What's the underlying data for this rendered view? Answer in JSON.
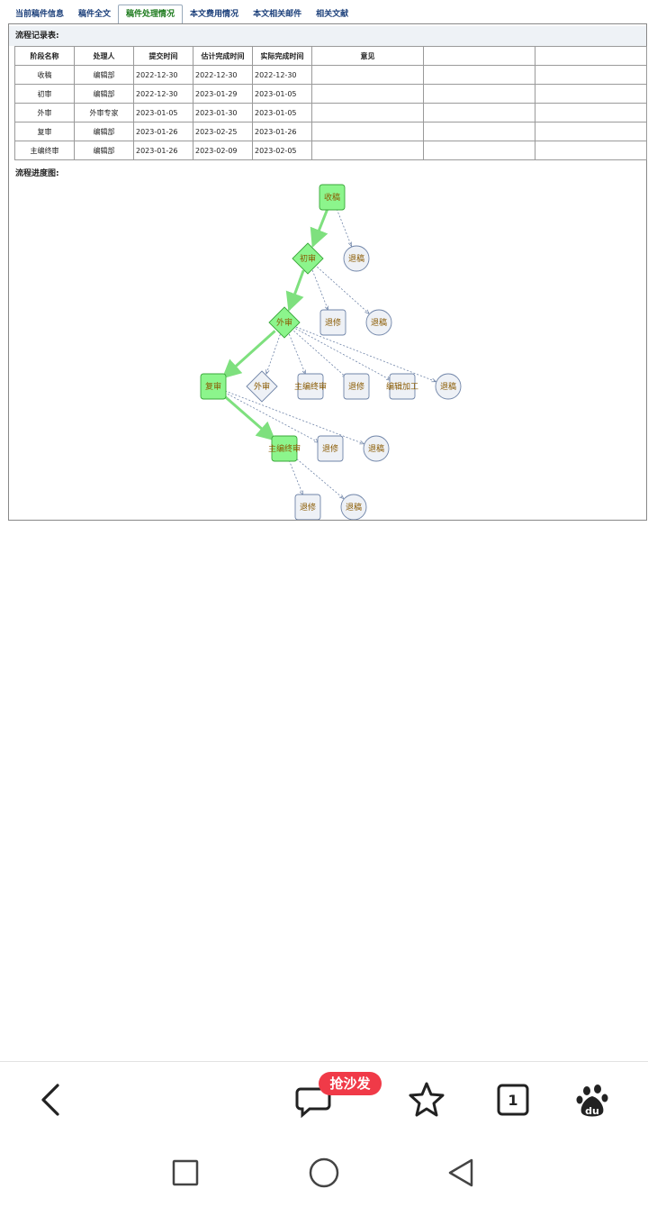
{
  "tabs": [
    {
      "label": "当前稿件信息",
      "active": false
    },
    {
      "label": "稿件全文",
      "active": false
    },
    {
      "label": "稿件处理情况",
      "active": true
    },
    {
      "label": "本文费用情况",
      "active": false
    },
    {
      "label": "本文相关邮件",
      "active": false
    },
    {
      "label": "相关文献",
      "active": false
    }
  ],
  "records": {
    "title": "流程记录表:",
    "headers": [
      "阶段名称",
      "处理人",
      "提交时间",
      "估计完成时间",
      "实际完成时间",
      "意见",
      "",
      ""
    ],
    "rows": [
      [
        "收稿",
        "编辑部",
        "2022-12-30",
        "2022-12-30",
        "2022-12-30",
        "",
        "",
        ""
      ],
      [
        "初审",
        "编辑部",
        "2022-12-30",
        "2023-01-29",
        "2023-01-05",
        "",
        "",
        ""
      ],
      [
        "外审",
        "外审专家",
        "2023-01-05",
        "2023-01-30",
        "2023-01-05",
        "",
        "",
        ""
      ],
      [
        "复审",
        "编辑部",
        "2023-01-26",
        "2023-02-25",
        "2023-01-26",
        "",
        "",
        ""
      ],
      [
        "主编终审",
        "编辑部",
        "2023-01-26",
        "2023-02-09",
        "2023-02-05",
        "",
        "",
        ""
      ]
    ]
  },
  "progress": {
    "title": "流程进度图:",
    "nodes": [
      {
        "id": "n1",
        "label": "收稿",
        "shape": "rect",
        "done": true
      },
      {
        "id": "n2",
        "label": "初审",
        "shape": "diamond",
        "done": true
      },
      {
        "id": "n3",
        "label": "退稿",
        "shape": "circle",
        "done": false
      },
      {
        "id": "n4",
        "label": "外审",
        "shape": "diamond",
        "done": true
      },
      {
        "id": "n5",
        "label": "退修",
        "shape": "rect",
        "done": false
      },
      {
        "id": "n6",
        "label": "退稿",
        "shape": "circle",
        "done": false
      },
      {
        "id": "n7",
        "label": "复审",
        "shape": "rect",
        "done": true
      },
      {
        "id": "n8",
        "label": "外审",
        "shape": "diamond",
        "done": false
      },
      {
        "id": "n9",
        "label": "主编终审",
        "shape": "rect",
        "done": false
      },
      {
        "id": "n10",
        "label": "退修",
        "shape": "rect",
        "done": false
      },
      {
        "id": "n11",
        "label": "编辑加工",
        "shape": "rect",
        "done": false
      },
      {
        "id": "n12",
        "label": "退稿",
        "shape": "circle",
        "done": false
      },
      {
        "id": "n13",
        "label": "主编终审",
        "shape": "rect",
        "done": true
      },
      {
        "id": "n14",
        "label": "退修",
        "shape": "rect",
        "done": false
      },
      {
        "id": "n15",
        "label": "退稿",
        "shape": "circle",
        "done": false
      },
      {
        "id": "n16",
        "label": "退修",
        "shape": "rect",
        "done": false
      },
      {
        "id": "n17",
        "label": "退稿",
        "shape": "circle",
        "done": false
      }
    ],
    "edges": [
      {
        "from": "n1",
        "to": "n2",
        "done": true
      },
      {
        "from": "n1",
        "to": "n3",
        "done": false
      },
      {
        "from": "n2",
        "to": "n4",
        "done": true
      },
      {
        "from": "n2",
        "to": "n5",
        "done": false
      },
      {
        "from": "n2",
        "to": "n6",
        "done": false
      },
      {
        "from": "n4",
        "to": "n7",
        "done": true
      },
      {
        "from": "n4",
        "to": "n8",
        "done": false
      },
      {
        "from": "n4",
        "to": "n9",
        "done": false
      },
      {
        "from": "n4",
        "to": "n10",
        "done": false
      },
      {
        "from": "n4",
        "to": "n11",
        "done": false
      },
      {
        "from": "n4",
        "to": "n12",
        "done": false
      },
      {
        "from": "n7",
        "to": "n13",
        "done": true
      },
      {
        "from": "n7",
        "to": "n14",
        "done": false
      },
      {
        "from": "n7",
        "to": "n15",
        "done": false
      },
      {
        "from": "n13",
        "to": "n16",
        "done": false
      },
      {
        "from": "n13",
        "to": "n17",
        "done": false
      }
    ]
  },
  "toolbar": {
    "badge": "抢沙发",
    "tab_count": "1",
    "items": [
      "back-icon",
      "comment-icon",
      "star-icon",
      "tabs-icon",
      "baidu-paw-icon"
    ]
  },
  "navbar": {
    "items": [
      "square-icon",
      "home-circle-icon",
      "back-triangle-icon"
    ]
  },
  "colors": {
    "done_fill": "#8cf58c",
    "done_stroke": "#3aa83a",
    "todo_fill": "#eef1f6",
    "todo_stroke": "#6f84a8",
    "accent": "#f03a48"
  }
}
